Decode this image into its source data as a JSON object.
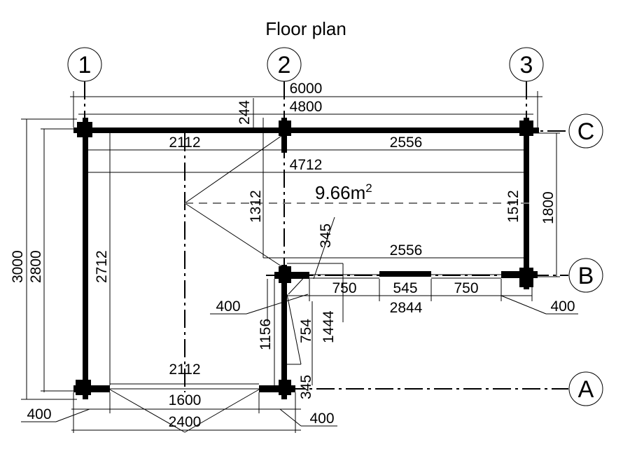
{
  "title": "Floor plan",
  "axes": {
    "a1": "1",
    "a2": "2",
    "a3": "3",
    "aA": "A",
    "aB": "B",
    "aC": "C"
  },
  "area": {
    "value": "9.66m",
    "sup": "2"
  },
  "dims": {
    "d6000": "6000",
    "d4800": "4800",
    "d244": "244",
    "d2112_top": "2112",
    "d2556_top": "2556",
    "d4712": "4712",
    "d1312": "1312",
    "d1512": "1512",
    "d1800": "1800",
    "d345_top": "345",
    "d2556_mid": "2556",
    "d750_left": "750",
    "d545": "545",
    "d750_right": "750",
    "d2844": "2844",
    "d400_right": "400",
    "d400_mid": "400",
    "d1156": "1156",
    "d754": "754",
    "d1444": "1444",
    "d345_bottom": "345",
    "d2112_bottom": "2112",
    "d1600": "1600",
    "d2400": "2400",
    "d400_bl": "400",
    "d400_br": "400",
    "d3000": "3000",
    "d2800": "2800",
    "d2712": "2712"
  }
}
